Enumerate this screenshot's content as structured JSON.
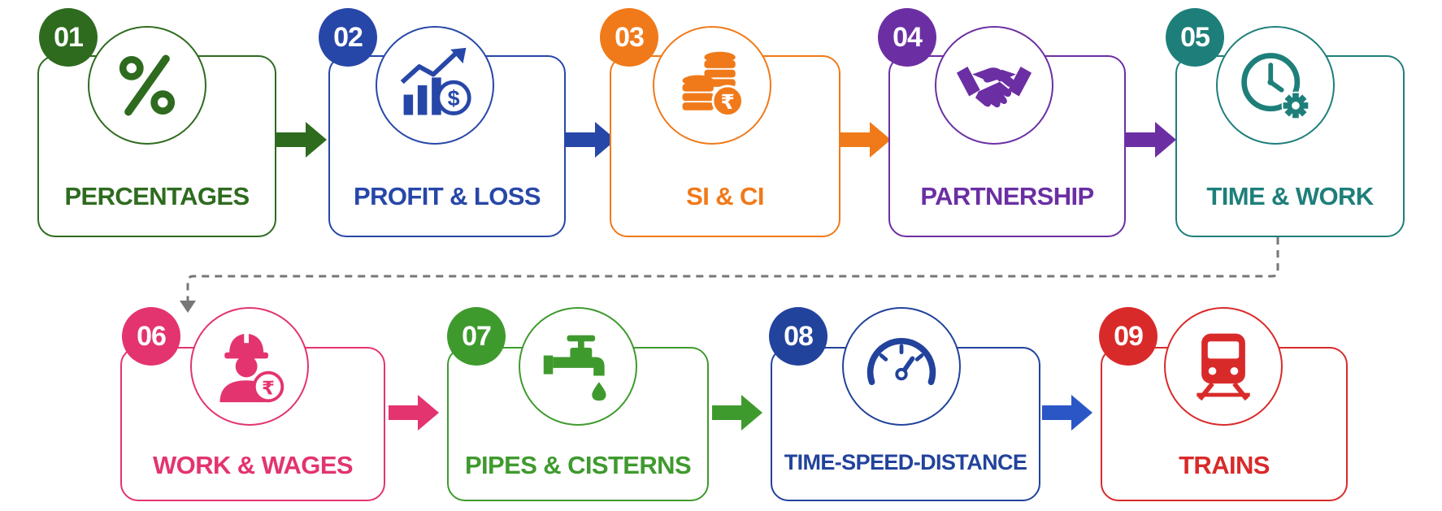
{
  "steps": [
    {
      "number": "01",
      "label": "PERCENTAGES",
      "icon": "percent-icon",
      "color": "#2e6b1f"
    },
    {
      "number": "02",
      "label": "PROFIT & LOSS",
      "icon": "profit-chart-icon",
      "color": "#2747a8"
    },
    {
      "number": "03",
      "label": "SI & CI",
      "icon": "coins-rupee-icon",
      "color": "#f07a1a"
    },
    {
      "number": "04",
      "label": "PARTNERSHIP",
      "icon": "handshake-icon",
      "color": "#6b2fa3"
    },
    {
      "number": "05",
      "label": "TIME & WORK",
      "icon": "clock-gear-icon",
      "color": "#1e7f7a"
    },
    {
      "number": "06",
      "label": "WORK & WAGES",
      "icon": "worker-rupee-icon",
      "color": "#e3346f"
    },
    {
      "number": "07",
      "label": "PIPES & CISTERNS",
      "icon": "water-tap-icon",
      "color": "#3f9a2e"
    },
    {
      "number": "08",
      "label": "TIME-SPEED-DISTANCE",
      "icon": "speedometer-icon",
      "color": "#22439c"
    },
    {
      "number": "09",
      "label": "TRAINS",
      "icon": "train-icon",
      "color": "#d92a2a"
    }
  ],
  "colors": {
    "arrow_1_2": "#2e6b1f",
    "arrow_2_3": "#2747a8",
    "arrow_3_4": "#f07a1a",
    "arrow_4_5": "#6b2fa3",
    "arrow_6_7": "#e3346f",
    "arrow_7_8": "#3f9a2e",
    "arrow_8_9": "#2a56c6",
    "connector": "#777777"
  }
}
